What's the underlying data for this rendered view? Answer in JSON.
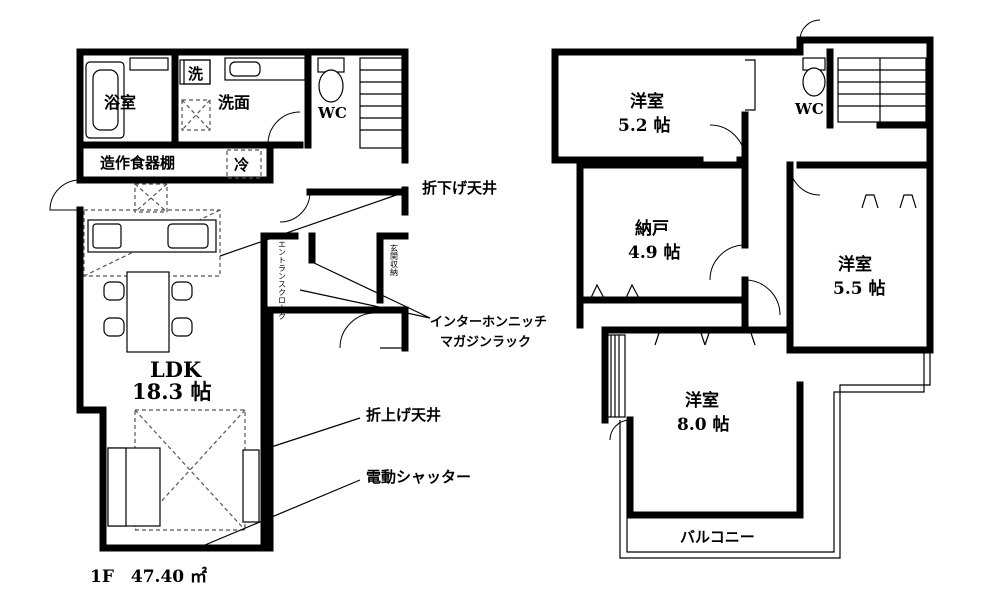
{
  "floor1": {
    "rooms": {
      "bath": "浴室",
      "washroom": "洗面",
      "washer": "洗",
      "wc": "WC",
      "fridge": "冷",
      "shelf": "造作食器棚",
      "ldk_name": "LDK",
      "ldk_size": "18.3 帖",
      "entrance_cloak": "エントランスクローク",
      "shoe_storage": "玄関収納"
    },
    "label": "1F　47.40 ㎡"
  },
  "floor2": {
    "rooms": {
      "western1_name": "洋室",
      "western1_size": "5.2 帖",
      "wc": "WC",
      "storage_name": "納戸",
      "storage_size": "4.9 帖",
      "western2_name": "洋室",
      "western2_size": "5.5 帖",
      "western3_name": "洋室",
      "western3_size": "8.0 帖",
      "balcony": "バルコニー"
    }
  },
  "callouts": {
    "folding_ceiling_down": "折下げ天井",
    "intercom_1": "インターホンニッチ",
    "intercom_2": "マガジンラック",
    "folding_ceiling_up": "折上げ天井",
    "electric_shutter": "電動シャッター"
  }
}
